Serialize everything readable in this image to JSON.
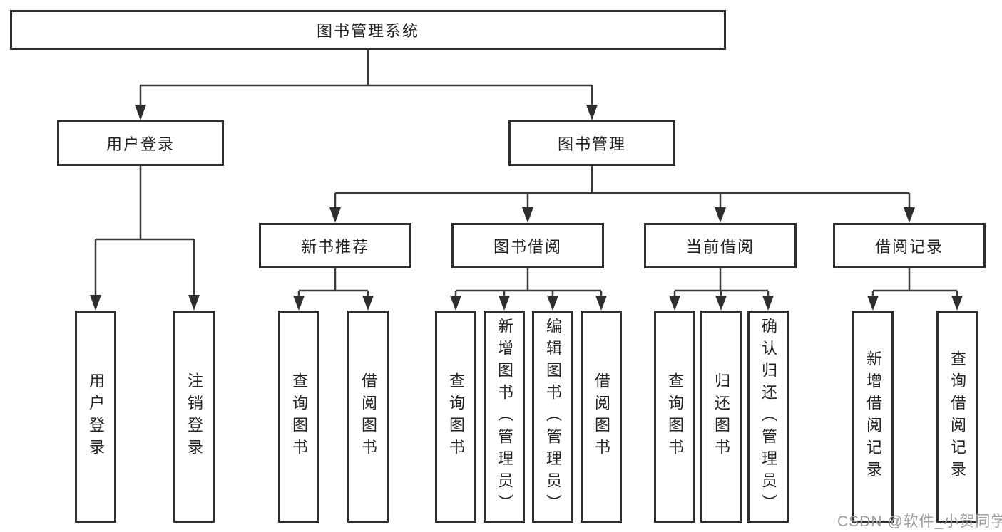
{
  "diagram": {
    "root": {
      "label": "图书管理系统"
    },
    "branches": [
      {
        "label": "用户登录",
        "children": [
          {
            "label": "用户登录"
          },
          {
            "label": "注销登录"
          }
        ]
      },
      {
        "label": "图书管理",
        "sections": [
          {
            "label": "新书推荐",
            "children": [
              {
                "label": "查询图书"
              },
              {
                "label": "借阅图书"
              }
            ]
          },
          {
            "label": "图书借阅",
            "children": [
              {
                "label": "查询图书"
              },
              {
                "label": "新增图书（管理员）"
              },
              {
                "label": "编辑图书（管理员）"
              },
              {
                "label": "借阅图书"
              }
            ]
          },
          {
            "label": "当前借阅",
            "children": [
              {
                "label": "查询图书"
              },
              {
                "label": "归还图书"
              },
              {
                "label": "确认归还（管理员）"
              }
            ]
          },
          {
            "label": "借阅记录",
            "children": [
              {
                "label": "新增借阅记录"
              },
              {
                "label": "查询借阅记录"
              }
            ]
          }
        ]
      }
    ]
  },
  "watermark": {
    "text": "CSDN @软件_小贺同学",
    "color": "#9e9e9e"
  },
  "colors": {
    "background": "#ffffff",
    "box_border": "#2e2e2e",
    "line": "#3a3a3a",
    "text": "#242424"
  }
}
